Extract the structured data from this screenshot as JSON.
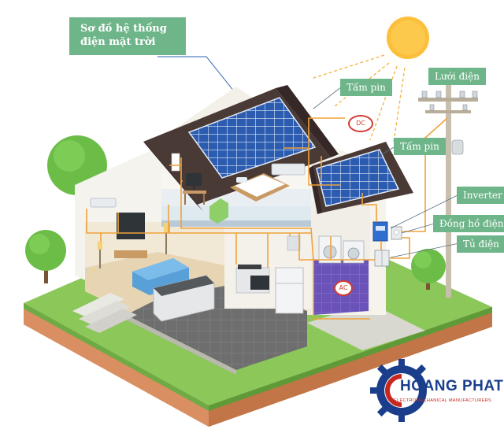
{
  "title": {
    "line1": "Sơ đồ hệ thống",
    "line2": "điện mặt trời"
  },
  "labels": {
    "panel_top": "Tấm pin",
    "panel_right": "Tấm pin",
    "grid": "Lưới điện",
    "inverter": "Inverter",
    "meter": "Đồng hồ điện",
    "cabinet": "Tủ điện"
  },
  "badges": {
    "dc": "DC",
    "ac": "AC"
  },
  "logo": {
    "name": "HOANG PHAT",
    "tagline": "ELECTROMECHANICAL MANUFACTURERS"
  },
  "colors": {
    "label_bg": "#6fb58a",
    "wire": "#f0a23a",
    "badge": "#d43a2f",
    "panel": "#2f5fb3",
    "roof": "#4a3a36",
    "brand_blue": "#1a3e8c",
    "brand_red": "#c8271f"
  }
}
